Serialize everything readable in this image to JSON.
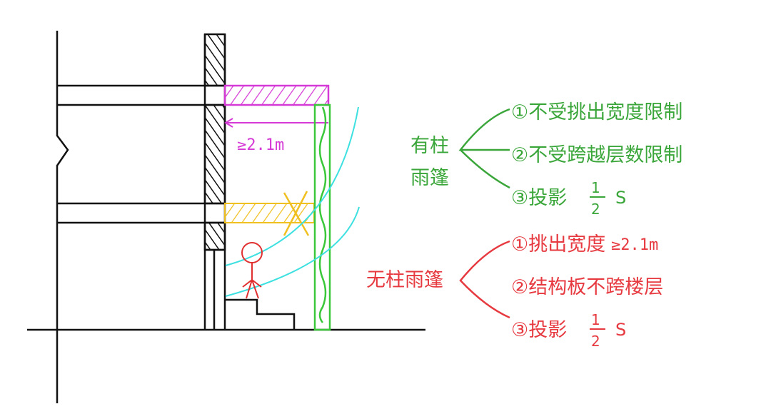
{
  "colors": {
    "structure": "#111111",
    "canopy_cantilever": "#d63ad6",
    "canopy_slab": "#f0c020",
    "column": "#3ac83a",
    "arc": "#3de0e0",
    "person": "#e03030",
    "with_column_text": "#3aa63a",
    "without_column_text": "#e63a40"
  },
  "drawing": {
    "dimension_label": "≥2.1m"
  },
  "with_column": {
    "title_line1": "有柱",
    "title_line2": "雨篷",
    "items": [
      {
        "text": "①不受挑出宽度限制"
      },
      {
        "text": "②不受跨越层数限制"
      },
      {
        "text": "③投影",
        "fraction_num": "1",
        "fraction_den": "2",
        "suffix": "S"
      }
    ]
  },
  "without_column": {
    "title": "无柱雨篷",
    "items": [
      {
        "text": "①挑出宽度",
        "suffix": "≥2.1m"
      },
      {
        "text": "②结构板不跨楼层"
      },
      {
        "text": "③投影",
        "fraction_num": "1",
        "fraction_den": "2",
        "suffix": "S"
      }
    ]
  }
}
